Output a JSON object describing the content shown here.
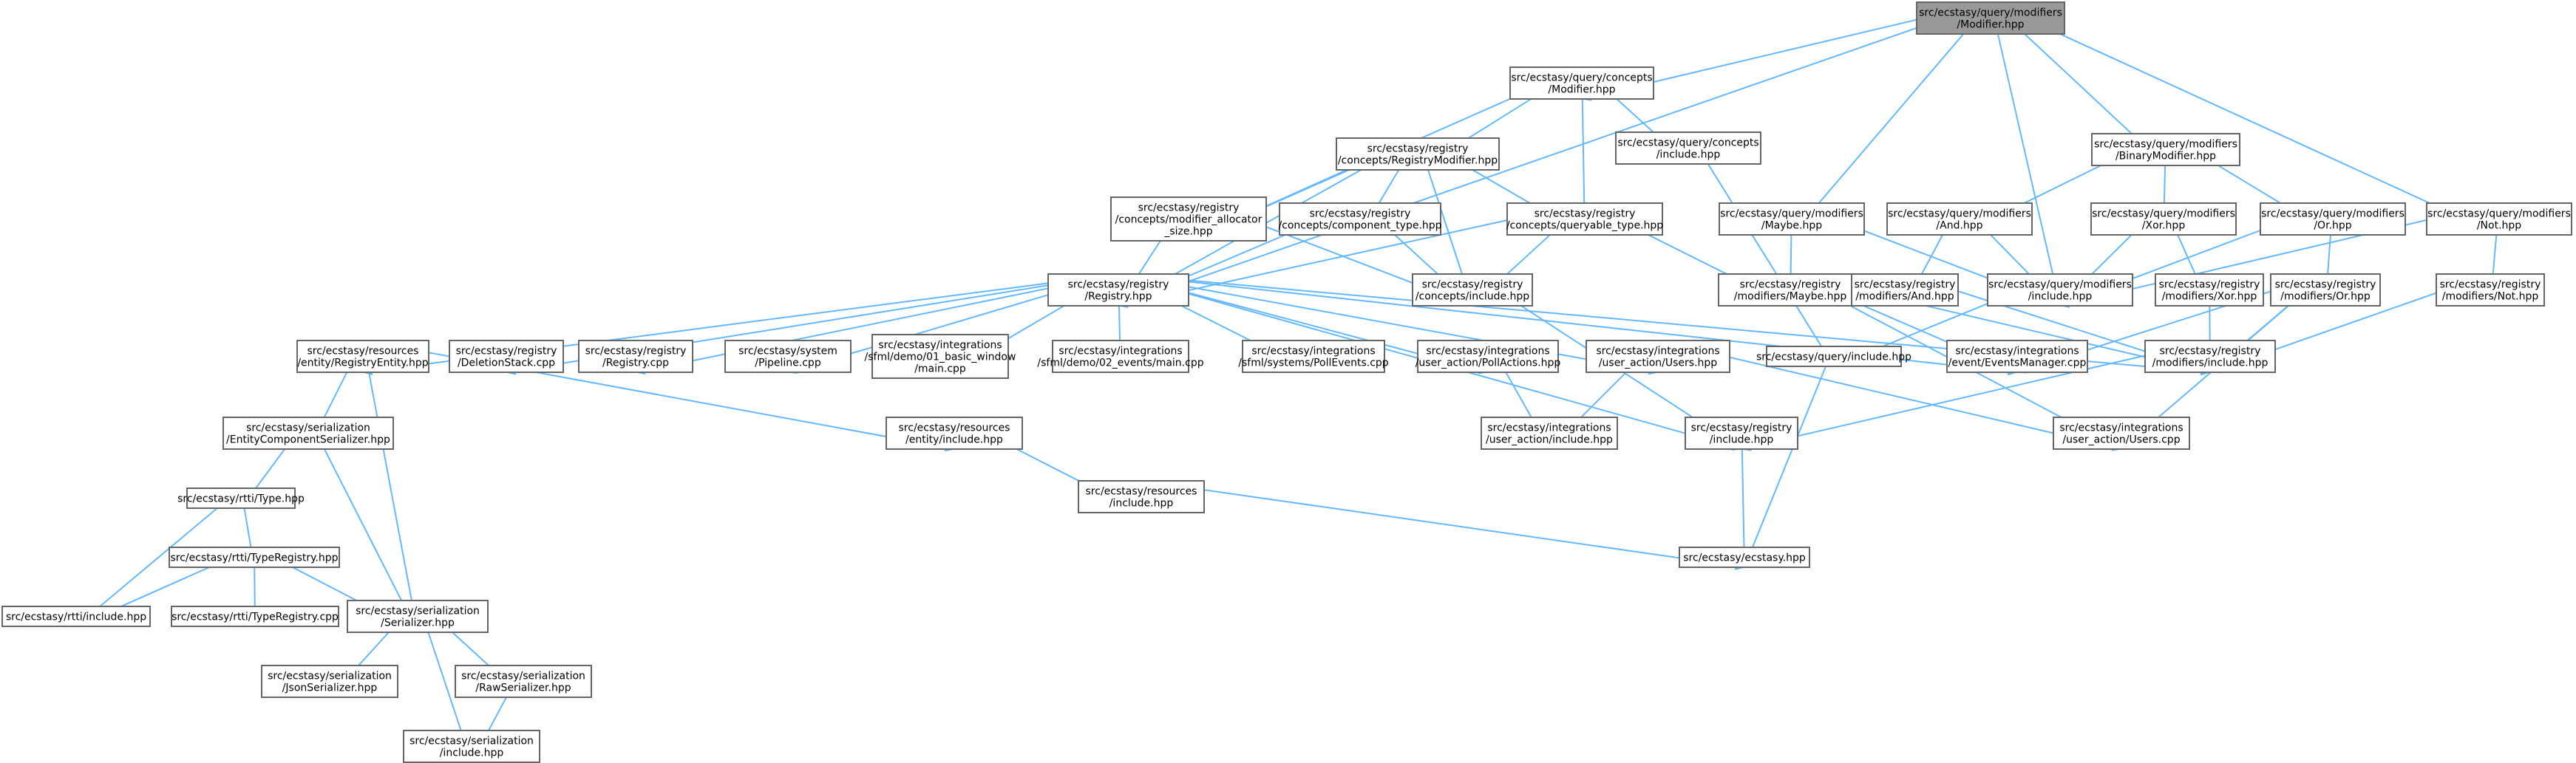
{
  "colors": {
    "edge": "#63b8ff",
    "node_border": "#666666",
    "root_fill": "#999999",
    "node_fill": "#ffffff"
  },
  "nodes": [
    {
      "id": "modifier",
      "lines": [
        "src/ecstasy/query/modifiers",
        "/Modifier.hpp"
      ],
      "root": true
    },
    {
      "id": "cmod",
      "lines": [
        "src/ecstasy/query/concepts",
        "/Modifier.hpp"
      ]
    },
    {
      "id": "regmod",
      "lines": [
        "src/ecstasy/registry",
        "/concepts/RegistryModifier.hpp"
      ]
    },
    {
      "id": "cinc",
      "lines": [
        "src/ecstasy/query/concepts",
        "/include.hpp"
      ]
    },
    {
      "id": "binmod",
      "lines": [
        "src/ecstasy/query/modifiers",
        "/BinaryModifier.hpp"
      ]
    },
    {
      "id": "modalloc",
      "lines": [
        "src/ecstasy/registry",
        "/concepts/modifier_allocator",
        "_size.hpp"
      ]
    },
    {
      "id": "comptype",
      "lines": [
        "src/ecstasy/registry",
        "/concepts/component_type.hpp"
      ]
    },
    {
      "id": "queryable",
      "lines": [
        "src/ecstasy/registry",
        "/concepts/queryable_type.hpp"
      ]
    },
    {
      "id": "qmaybe",
      "lines": [
        "src/ecstasy/query/modifiers",
        "/Maybe.hpp"
      ]
    },
    {
      "id": "qand",
      "lines": [
        "src/ecstasy/query/modifiers",
        "/And.hpp"
      ]
    },
    {
      "id": "qxor",
      "lines": [
        "src/ecstasy/query/modifiers",
        "/Xor.hpp"
      ]
    },
    {
      "id": "qor",
      "lines": [
        "src/ecstasy/query/modifiers",
        "/Or.hpp"
      ]
    },
    {
      "id": "qnot",
      "lines": [
        "src/ecstasy/query/modifiers",
        "/Not.hpp"
      ]
    },
    {
      "id": "registry",
      "lines": [
        "src/ecstasy/registry",
        "/Registry.hpp"
      ]
    },
    {
      "id": "rcinc",
      "lines": [
        "src/ecstasy/registry",
        "/concepts/include.hpp"
      ]
    },
    {
      "id": "rmaybe",
      "lines": [
        "src/ecstasy/registry",
        "/modifiers/Maybe.hpp"
      ]
    },
    {
      "id": "rand",
      "lines": [
        "src/ecstasy/registry",
        "/modifiers/And.hpp"
      ]
    },
    {
      "id": "qminc",
      "lines": [
        "src/ecstasy/query/modifiers",
        "/include.hpp"
      ]
    },
    {
      "id": "rxor",
      "lines": [
        "src/ecstasy/registry",
        "/modifiers/Xor.hpp"
      ]
    },
    {
      "id": "ror",
      "lines": [
        "src/ecstasy/registry",
        "/modifiers/Or.hpp"
      ]
    },
    {
      "id": "rnot",
      "lines": [
        "src/ecstasy/registry",
        "/modifiers/Not.hpp"
      ]
    },
    {
      "id": "regentity",
      "lines": [
        "src/ecstasy/resources",
        "/entity/RegistryEntity.hpp"
      ]
    },
    {
      "id": "delstack",
      "lines": [
        "src/ecstasy/registry",
        "/DeletionStack.cpp"
      ]
    },
    {
      "id": "regcpp",
      "lines": [
        "src/ecstasy/registry",
        "/Registry.cpp"
      ]
    },
    {
      "id": "pipeline",
      "lines": [
        "src/ecstasy/system",
        "/Pipeline.cpp"
      ]
    },
    {
      "id": "sfml01",
      "lines": [
        "src/ecstasy/integrations",
        "/sfml/demo/01_basic_window",
        "/main.cpp"
      ]
    },
    {
      "id": "sfml02",
      "lines": [
        "src/ecstasy/integrations",
        "/sfml/demo/02_events/main.cpp"
      ]
    },
    {
      "id": "pollevents",
      "lines": [
        "src/ecstasy/integrations",
        "/sfml/systems/PollEvents.cpp"
      ]
    },
    {
      "id": "pollactions",
      "lines": [
        "src/ecstasy/integrations",
        "/user_action/PollActions.hpp"
      ]
    },
    {
      "id": "usershpp",
      "lines": [
        "src/ecstasy/integrations",
        "/user_action/Users.hpp"
      ]
    },
    {
      "id": "qinc",
      "lines": [
        "src/ecstasy/query/include.hpp"
      ]
    },
    {
      "id": "eventsmgr",
      "lines": [
        "src/ecstasy/integrations",
        "/event/EventsManager.cpp"
      ]
    },
    {
      "id": "rminc",
      "lines": [
        "src/ecstasy/registry",
        "/modifiers/include.hpp"
      ]
    },
    {
      "id": "ecsser",
      "lines": [
        "src/ecstasy/serialization",
        "/EntityComponentSerializer.hpp"
      ]
    },
    {
      "id": "entinc",
      "lines": [
        "src/ecstasy/resources",
        "/entity/include.hpp"
      ]
    },
    {
      "id": "uainc",
      "lines": [
        "src/ecstasy/integrations",
        "/user_action/include.hpp"
      ]
    },
    {
      "id": "reginc",
      "lines": [
        "src/ecstasy/registry",
        "/include.hpp"
      ]
    },
    {
      "id": "userscpp",
      "lines": [
        "src/ecstasy/integrations",
        "/user_action/Users.cpp"
      ]
    },
    {
      "id": "rtype",
      "lines": [
        "src/ecstasy/rtti/Type.hpp"
      ]
    },
    {
      "id": "resinc",
      "lines": [
        "src/ecstasy/resources",
        "/include.hpp"
      ]
    },
    {
      "id": "typereg",
      "lines": [
        "src/ecstasy/rtti/TypeRegistry.hpp"
      ]
    },
    {
      "id": "ecstasy",
      "lines": [
        "src/ecstasy/ecstasy.hpp"
      ]
    },
    {
      "id": "rttiinc",
      "lines": [
        "src/ecstasy/rtti/include.hpp"
      ]
    },
    {
      "id": "typeregcpp",
      "lines": [
        "src/ecstasy/rtti/TypeRegistry.cpp"
      ]
    },
    {
      "id": "serializer",
      "lines": [
        "src/ecstasy/serialization",
        "/Serializer.hpp"
      ]
    },
    {
      "id": "jsonser",
      "lines": [
        "src/ecstasy/serialization",
        "/JsonSerializer.hpp"
      ]
    },
    {
      "id": "rawser",
      "lines": [
        "src/ecstasy/serialization",
        "/RawSerializer.hpp"
      ]
    },
    {
      "id": "serinc",
      "lines": [
        "src/ecstasy/serialization",
        "/include.hpp"
      ]
    }
  ],
  "edges": [
    [
      "modifier",
      "cmod"
    ],
    [
      "modifier",
      "registry"
    ],
    [
      "modifier",
      "binmod"
    ],
    [
      "modifier",
      "qmaybe"
    ],
    [
      "modifier",
      "qminc"
    ],
    [
      "modifier",
      "qnot"
    ],
    [
      "cmod",
      "regmod"
    ],
    [
      "cmod",
      "cinc"
    ],
    [
      "cmod",
      "queryable"
    ],
    [
      "cmod",
      "modalloc"
    ],
    [
      "regmod",
      "modalloc"
    ],
    [
      "regmod",
      "comptype"
    ],
    [
      "regmod",
      "queryable"
    ],
    [
      "regmod",
      "rcinc"
    ],
    [
      "regmod",
      "registry"
    ],
    [
      "cinc",
      "qinc"
    ],
    [
      "binmod",
      "qand"
    ],
    [
      "binmod",
      "qxor"
    ],
    [
      "binmod",
      "qor"
    ],
    [
      "modalloc",
      "registry"
    ],
    [
      "modalloc",
      "rcinc"
    ],
    [
      "comptype",
      "registry"
    ],
    [
      "comptype",
      "rcinc"
    ],
    [
      "queryable",
      "registry"
    ],
    [
      "queryable",
      "rcinc"
    ],
    [
      "queryable",
      "rmaybe"
    ],
    [
      "qmaybe",
      "rmaybe"
    ],
    [
      "qmaybe",
      "qminc"
    ],
    [
      "qand",
      "rand"
    ],
    [
      "qand",
      "qminc"
    ],
    [
      "qxor",
      "rxor"
    ],
    [
      "qxor",
      "qminc"
    ],
    [
      "qor",
      "ror"
    ],
    [
      "qor",
      "qminc"
    ],
    [
      "qnot",
      "rnot"
    ],
    [
      "qnot",
      "qminc"
    ],
    [
      "registry",
      "regentity"
    ],
    [
      "registry",
      "delstack"
    ],
    [
      "registry",
      "regcpp"
    ],
    [
      "registry",
      "pipeline"
    ],
    [
      "registry",
      "sfml01"
    ],
    [
      "registry",
      "sfml02"
    ],
    [
      "registry",
      "pollevents"
    ],
    [
      "registry",
      "pollactions"
    ],
    [
      "registry",
      "usershpp"
    ],
    [
      "registry",
      "reginc"
    ],
    [
      "registry",
      "rminc"
    ],
    [
      "registry",
      "eventsmgr"
    ],
    [
      "rcinc",
      "reginc"
    ],
    [
      "rmaybe",
      "rminc"
    ],
    [
      "rmaybe",
      "userscpp"
    ],
    [
      "rmaybe",
      "eventsmgr"
    ],
    [
      "rand",
      "rminc"
    ],
    [
      "qminc",
      "qinc"
    ],
    [
      "rxor",
      "rminc"
    ],
    [
      "ror",
      "rminc"
    ],
    [
      "ror",
      "userscpp"
    ],
    [
      "ror",
      "eventsmgr"
    ],
    [
      "rnot",
      "rminc"
    ],
    [
      "regentity",
      "ecsser"
    ],
    [
      "regentity",
      "entinc"
    ],
    [
      "regentity",
      "serializer"
    ],
    [
      "pollactions",
      "uainc"
    ],
    [
      "usershpp",
      "uainc"
    ],
    [
      "usershpp",
      "userscpp"
    ],
    [
      "qinc",
      "ecstasy"
    ],
    [
      "rminc",
      "reginc"
    ],
    [
      "ecsser",
      "rtype"
    ],
    [
      "ecsser",
      "serializer"
    ],
    [
      "entinc",
      "resinc"
    ],
    [
      "reginc",
      "ecstasy"
    ],
    [
      "rtype",
      "typereg"
    ],
    [
      "rtype",
      "rttiinc"
    ],
    [
      "resinc",
      "ecstasy"
    ],
    [
      "typereg",
      "rttiinc"
    ],
    [
      "typereg",
      "typeregcpp"
    ],
    [
      "typereg",
      "serializer"
    ],
    [
      "serializer",
      "jsonser"
    ],
    [
      "serializer",
      "rawser"
    ],
    [
      "serializer",
      "serinc"
    ],
    [
      "rawser",
      "serinc"
    ]
  ]
}
